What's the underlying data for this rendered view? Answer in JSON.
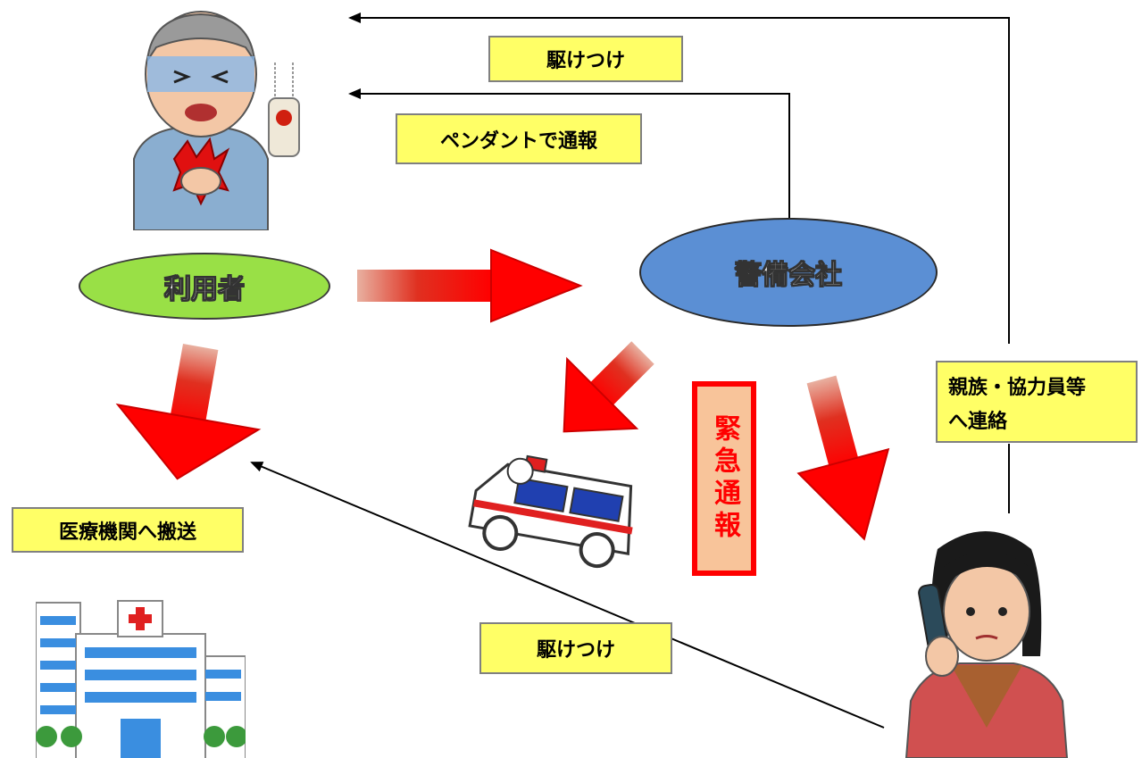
{
  "labels": {
    "kaketsuke_top": "駆けつけ",
    "pendant": "ペンダントで通報",
    "kaketsuke_bottom": "駆けつけ",
    "transport": "医療機関へ搬送",
    "relatives_line1": "親族・協力員等",
    "relatives_line2": "へ連絡"
  },
  "nodes": {
    "user": "利用者",
    "security_company": "警備会社"
  },
  "emergency_call": "緊急通報",
  "colors": {
    "label_fill": "#ffff66",
    "user_fill": "#99e046",
    "company_fill": "#5b8fd4",
    "arrow_red": "#ff0000",
    "emergency_border": "#ff0000",
    "emergency_fill": "#f8c49a"
  },
  "icons": [
    "elderly-man-icon",
    "pendant-button-icon",
    "ambulance-icon",
    "hospital-icon",
    "woman-phone-icon"
  ]
}
